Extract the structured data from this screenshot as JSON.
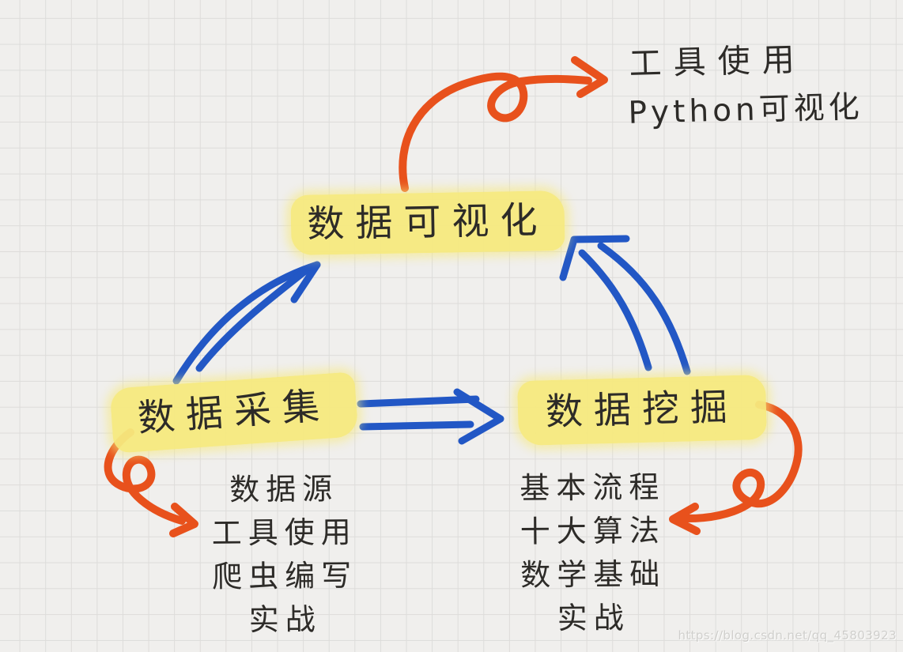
{
  "colors": {
    "background": "#f0efed",
    "grid_line": "#dddcda",
    "ink": "#2d2b28",
    "arrow_blue": "#2257c5",
    "arrow_orange": "#e8511c",
    "highlight_yellow": "#f6e97e",
    "watermark_gray": "#a5a3a0"
  },
  "nodes": {
    "visualization": {
      "label": "数据可视化"
    },
    "collection": {
      "label": "数据采集"
    },
    "mining": {
      "label": "数据挖掘"
    }
  },
  "details": {
    "visualization": {
      "lines": [
        "工具使用",
        "Python可视化"
      ]
    },
    "collection": {
      "items": [
        "数据源",
        "工具使用",
        "爬虫编写",
        "实战"
      ]
    },
    "mining": {
      "items": [
        "基本流程",
        "十大算法",
        "数学基础",
        "实战"
      ]
    }
  },
  "arrows": [
    {
      "id": "viz-to-tools",
      "color": "orange",
      "style": "loop-curl",
      "from": "数据可视化",
      "to": "工具使用 / Python可视化"
    },
    {
      "id": "collection-to-viz",
      "color": "blue",
      "style": "double-line",
      "from": "数据采集",
      "to": "数据可视化"
    },
    {
      "id": "collection-to-mining",
      "color": "blue",
      "style": "double-line",
      "from": "数据采集",
      "to": "数据挖掘"
    },
    {
      "id": "mining-to-viz",
      "color": "blue",
      "style": "double-line",
      "from": "数据挖掘",
      "to": "数据可视化"
    },
    {
      "id": "collection-to-details",
      "color": "orange",
      "style": "loop-curl",
      "from": "数据采集",
      "to": "数据源"
    },
    {
      "id": "mining-to-details",
      "color": "orange",
      "style": "loop-curl",
      "from": "数据挖掘",
      "to": "十大算法"
    }
  ],
  "watermark": "https://blog.csdn.net/qq_45803923"
}
